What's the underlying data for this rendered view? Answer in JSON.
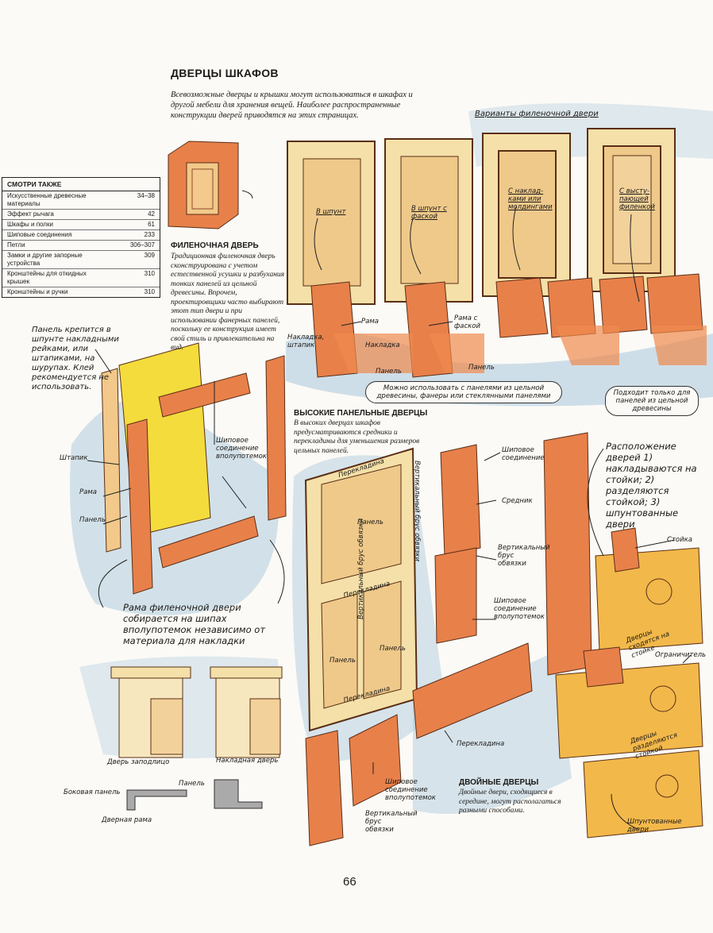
{
  "page": {
    "title": "ДВЕРЦЫ ШКАФОВ",
    "intro": "Всевозможные дверцы и крышки могут использоваться в шкафах и другой мебели для хранения вещей. Наиболее распространенные конструкции дверей приводятся на этих страницах.",
    "page_number": "66"
  },
  "see_also": {
    "heading": "СМОТРИ ТАКЖЕ",
    "items": [
      {
        "label": "Искусственные древесные материалы",
        "pages": "34–38"
      },
      {
        "label": "Эффект рычага",
        "pages": "42"
      },
      {
        "label": "Шкафы и полки",
        "pages": "61"
      },
      {
        "label": "Шиповые соединения",
        "pages": "233"
      },
      {
        "label": "Петли",
        "pages": "306–307"
      },
      {
        "label": "Замки и другие запорные устройства",
        "pages": "309"
      },
      {
        "label": "Кронштейны для откидных крышек",
        "pages": "310"
      },
      {
        "label": "Кронштейны и ручки",
        "pages": "310"
      }
    ]
  },
  "panel_door": {
    "heading": "ФИЛЕНОЧНАЯ ДВЕРЬ",
    "text": "Традиционная филеночная дверь сконструирована с учетом естественной усушки и разбухания тонких панелей из цельной древесины. Впрочем, проектировщики часто выбирают этот тип двери и при использовании фанерных панелей, поскольку ее конструкция имеет свой стиль и привлекательна на вид."
  },
  "variants": {
    "heading": "Варианты филеночной двери",
    "v1": "В шпунт",
    "v2": "В шпунт с фаской",
    "v3": "С наклад-ками или молдингами",
    "v4": "С высту-пающей филенкой",
    "rama": "Рама",
    "rama_faska": "Рама с фаской",
    "nakladka": "Накладка",
    "nakladka_shtapik": "Накладка, штапик",
    "panel1": "Панель",
    "panel2": "Панель",
    "note_left": "Можно использовать с панелями из цельной древесины, фанеры или стеклянными панелями",
    "note_right": "Подходит только для панелей из цельной древесины"
  },
  "panel_note": {
    "text": "Панель крепится в шпунте накладными рейками, или штапиками, на шурупах. Клей рекомендуется не использовать.",
    "shtapik": "Штапик",
    "rama": "Рама",
    "panel": "Панель",
    "joint": "Шиповое соединение вполупотемок",
    "frame_note": "Рама филеночной двери собирается на шипах вполупотемок независимо от материала для накладки"
  },
  "tall_doors": {
    "heading": "ВЫСОКИЕ ПАНЕЛЬНЫЕ ДВЕРЦЫ",
    "text": "В высоких дверцах шкафов предусматриваются средники и перекладины для уменьшения размеров цельных панелей.",
    "perekladina_top": "Перекладина",
    "vert_left": "Вертикальный брус обвязки",
    "vert_right": "Вертикальный брус обвязки",
    "panel_big": "Панель",
    "perekladina_mid": "Перекладина",
    "panel_l": "Панель",
    "panel_r": "Панель",
    "perekladina_bot": "Перекладина",
    "ship_top": "Шиповое соединение",
    "srednik": "Средник",
    "vert_brus": "Вертикальный брус обвязки",
    "ship_mid": "Шиповое соединение вполупотемок",
    "perekladina_low": "Перекладина",
    "ship_low": "Шиповое соединение вполупотемок",
    "vert_low": "Вертикальный брус обвязки"
  },
  "door_position": {
    "note": "Расположение дверей 1) накладываются на стойки; 2) разделяются стойкой; 3) шпунтованные двери",
    "stoika": "Стойка",
    "sh_meet": "Дверцы сходятся на стойке",
    "ogranichitel": "Ограничитель",
    "sep": "Дверцы разделяются стойкой",
    "shpunt": "Шпунтованные двери"
  },
  "double_doors": {
    "heading": "ДВОЙНЫЕ ДВЕРЦЫ",
    "text": "Двойные двери, сходящиеся в середине, могут располагаться разными способами."
  },
  "bottom_left": {
    "inset": "Дверь заподлицо",
    "overlay": "Накладная дверь",
    "panel": "Панель",
    "side": "Боковая панель",
    "frame": "Дверная рама"
  },
  "colors": {
    "wood_orange": "#e8804a",
    "wood_light": "#f2c98a",
    "panel_yellow": "#f4dc3c",
    "wash_blue": "#a9c7dc"
  }
}
